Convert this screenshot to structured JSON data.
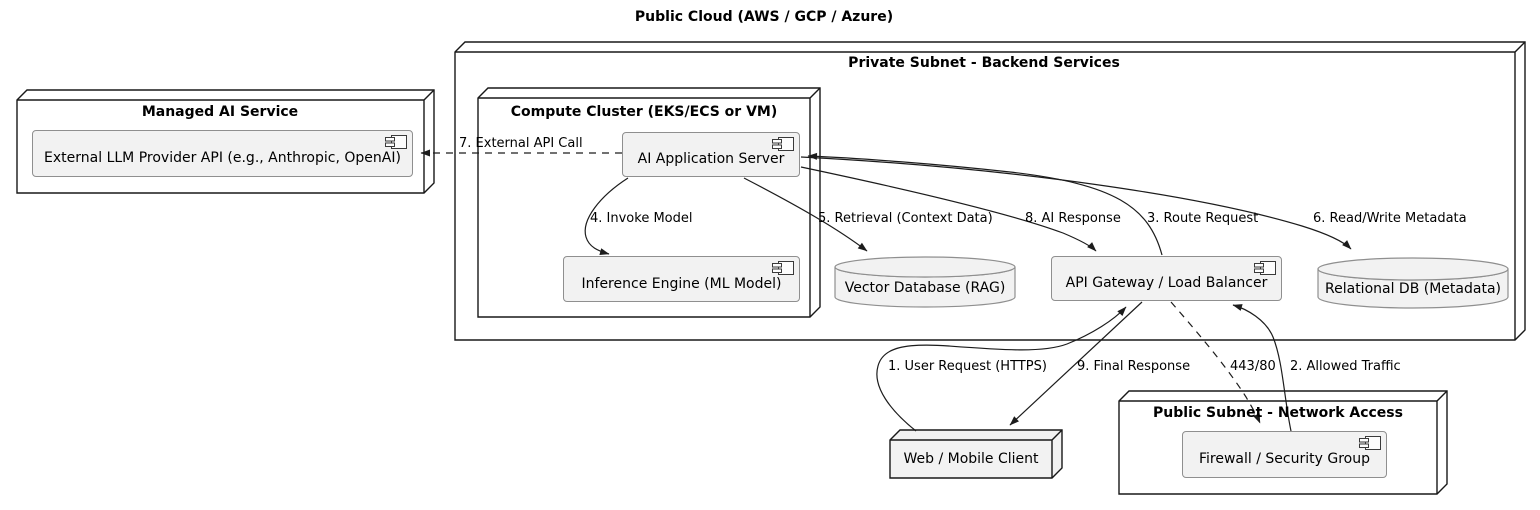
{
  "diagram": {
    "title": "Public Cloud (AWS / GCP / Azure)"
  },
  "nodes": {
    "managed_ai": {
      "title": "Managed AI Service"
    },
    "private_subnet": {
      "title": "Private Subnet - Backend Services"
    },
    "compute_cluster": {
      "title": "Compute Cluster (EKS/ECS or VM)"
    },
    "public_subnet": {
      "title": "Public Subnet - Network Access"
    },
    "web_client": {
      "label": "Web / Mobile Client"
    }
  },
  "components": {
    "external_llm": {
      "label": "External LLM Provider API (e.g., Anthropic, OpenAI)"
    },
    "ai_app_server": {
      "label": "AI Application Server"
    },
    "inference_engine": {
      "label": "Inference Engine (ML Model)"
    },
    "api_gateway": {
      "label": "API Gateway / Load Balancer"
    },
    "firewall": {
      "label": "Firewall / Security Group"
    }
  },
  "databases": {
    "vector_db": {
      "label": "Vector Database (RAG)"
    },
    "relational_db": {
      "label": "Relational DB (Metadata)"
    }
  },
  "edges": {
    "user_request": {
      "label": "1. User Request (HTTPS)"
    },
    "allowed_traffic": {
      "label": "2. Allowed Traffic"
    },
    "route_request": {
      "label": "3. Route Request"
    },
    "invoke_model": {
      "label": "4. Invoke Model"
    },
    "retrieval": {
      "label": "5. Retrieval (Context Data)"
    },
    "read_write_metadata": {
      "label": "6. Read/Write Metadata"
    },
    "external_api_call": {
      "label": "7. External API Call"
    },
    "ai_response": {
      "label": "8. AI Response"
    },
    "final_response": {
      "label": "9. Final Response"
    },
    "port": {
      "label": "443/80"
    }
  },
  "colors": {
    "background": "#ffffff",
    "text": "#000000",
    "node_border": "#181818",
    "component_fill": "#f2f2f2",
    "component_border": "#8f8f8f",
    "arrow": "#1c1c1c"
  }
}
